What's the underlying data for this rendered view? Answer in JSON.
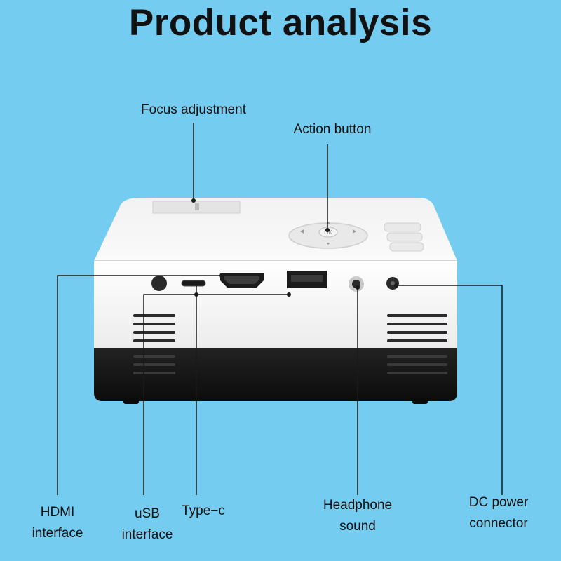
{
  "title": "Product analysis",
  "labels": {
    "focus_adjustment": "Focus adjustment",
    "action_button": "Action button",
    "hdmi": [
      "HDMI",
      "interface"
    ],
    "usb": [
      "uSB",
      "interface"
    ],
    "type_c": "Type−c",
    "headphone": [
      "Headphone",
      "sound"
    ],
    "dc_power": [
      "DC power",
      "connector"
    ]
  },
  "colors": {
    "background": "#74cdf0",
    "body_white": "#f7f7f7",
    "body_black": "#141414",
    "leader_line": "#1a1a1a"
  }
}
